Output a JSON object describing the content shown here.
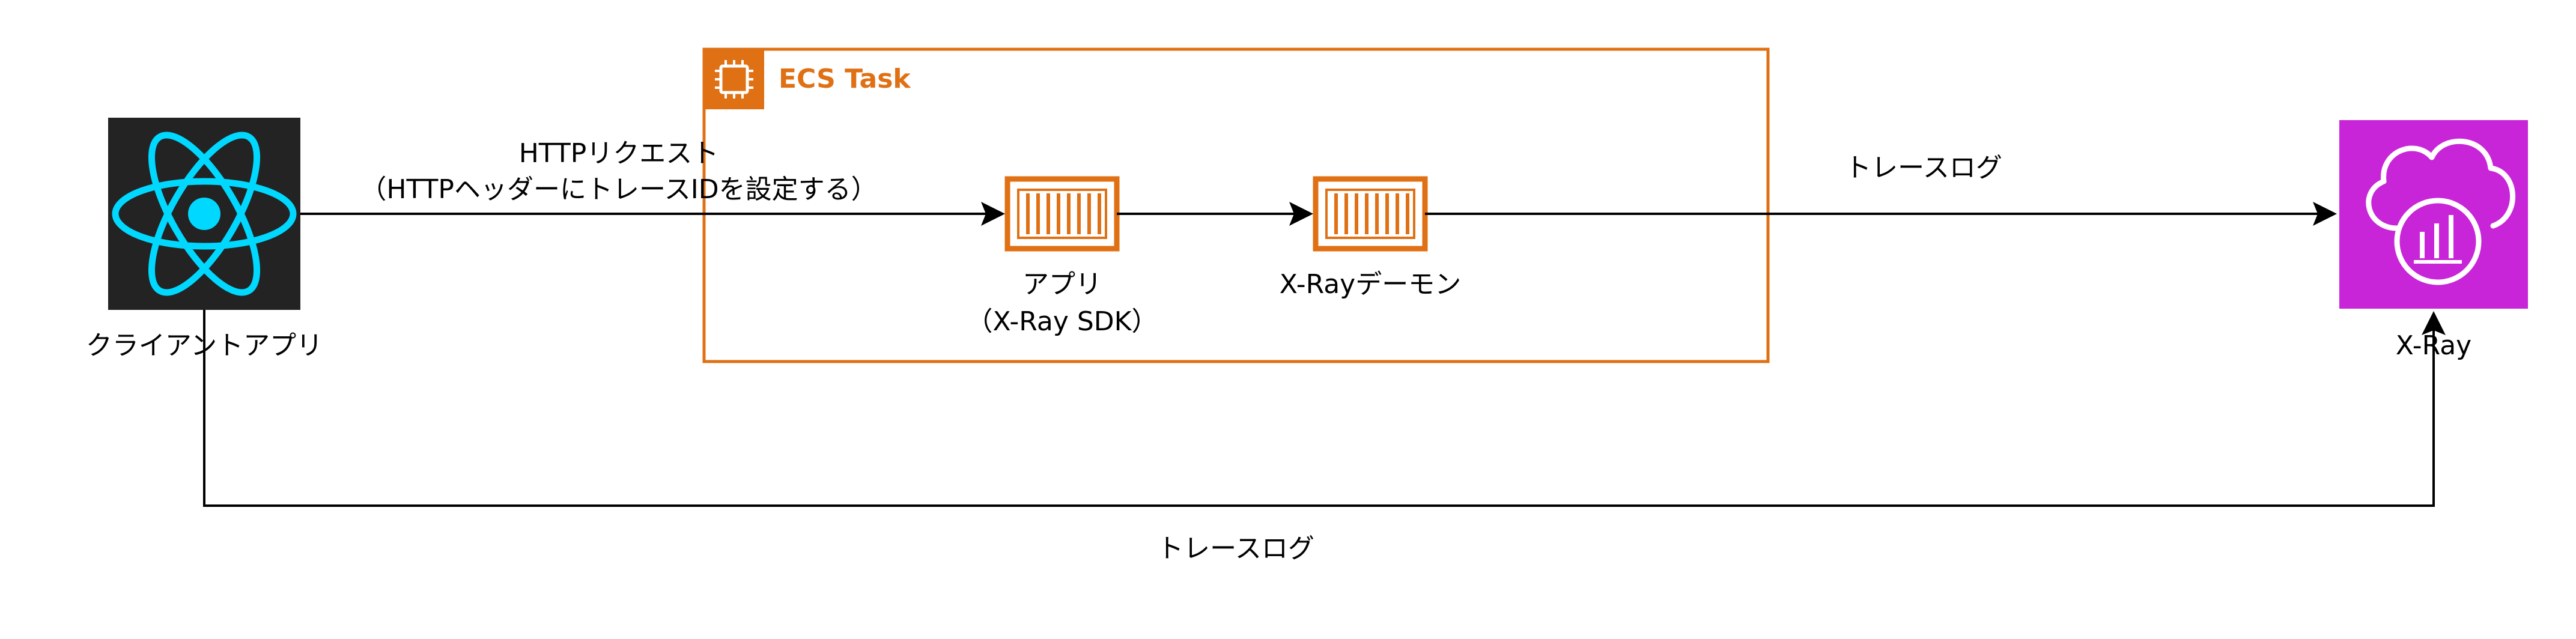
{
  "nodes": {
    "client": {
      "label": "クライアントアプリ",
      "icon": "react-atom-icon",
      "bg": "#232323",
      "accent": "#00d8ff"
    },
    "ecs_task": {
      "label": "ECS Task",
      "icon": "chip-icon",
      "color": "#e07014"
    },
    "app": {
      "label_line1": "アプリ",
      "label_line2": "（X-Ray SDK）",
      "icon": "container-icon"
    },
    "daemon": {
      "label": "X-Rayデーモン",
      "icon": "container-icon"
    },
    "xray": {
      "label": "X-Ray",
      "icon": "cloud-chart-icon",
      "bg": "#c825d8"
    }
  },
  "edges": {
    "client_to_app": {
      "label_line1": "HTTPリクエスト",
      "label_line2": "（HTTPヘッダーにトレースIDを設定する）"
    },
    "daemon_to_xray": {
      "label": "トレースログ"
    },
    "client_to_xray": {
      "label": "トレースログ"
    }
  },
  "colors": {
    "line": "#000000",
    "orange": "#e07014",
    "react_bg": "#232323",
    "react_cyan": "#00d8ff",
    "xray_magenta": "#c825d8"
  }
}
